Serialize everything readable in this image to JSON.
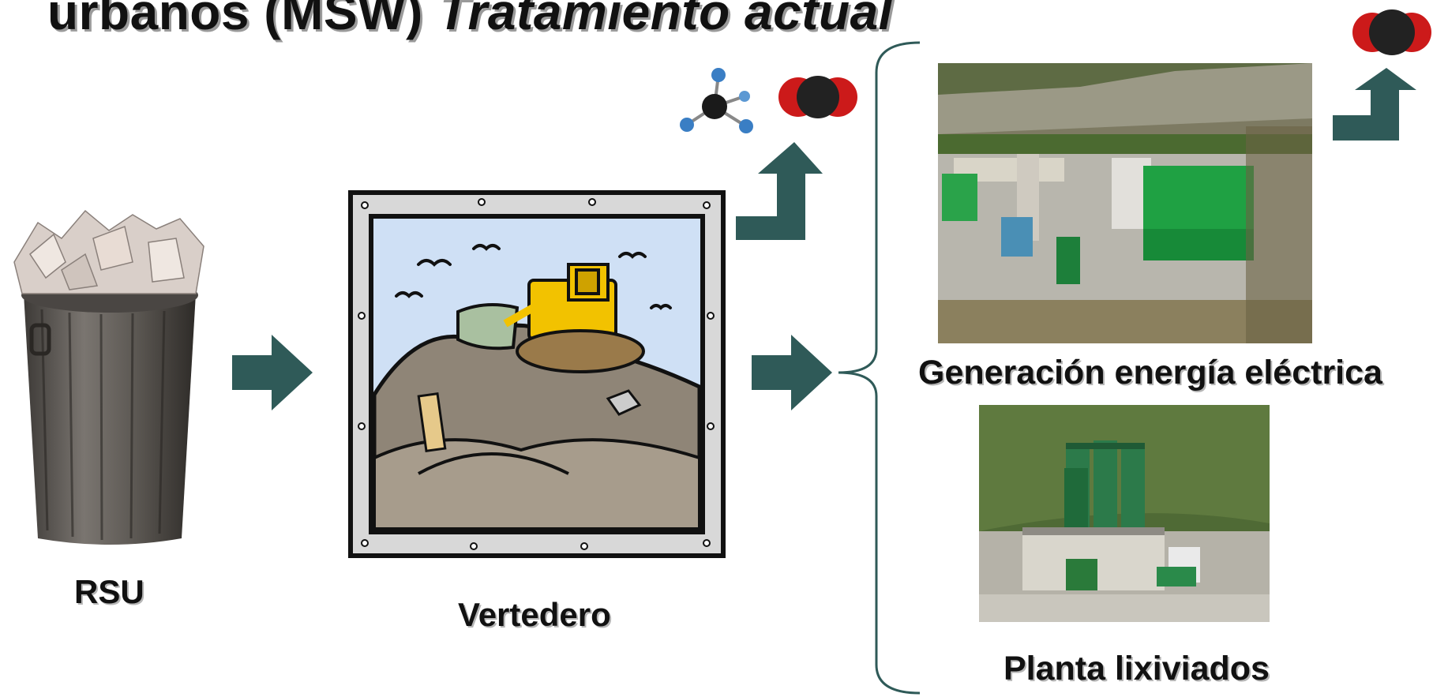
{
  "title": {
    "part1": "urbanos (MSW) ",
    "part2": "Tratamiento actual"
  },
  "labels": {
    "rsu": "RSU",
    "vertedero": "Vertedero",
    "generacion": "Generación energía eléctrica",
    "planta": "Planta lixiviados"
  },
  "colors": {
    "arrow": "#2f5a58",
    "bracket": "#2f5a58",
    "co2_red": "#cc1a1a",
    "co2_black": "#222222"
  },
  "icons": [
    "trash-can-icon",
    "landfill-bulldozer-icon",
    "methane-molecule-icon",
    "co2-molecule-icon",
    "power-plant-photo",
    "leachate-plant-photo"
  ]
}
